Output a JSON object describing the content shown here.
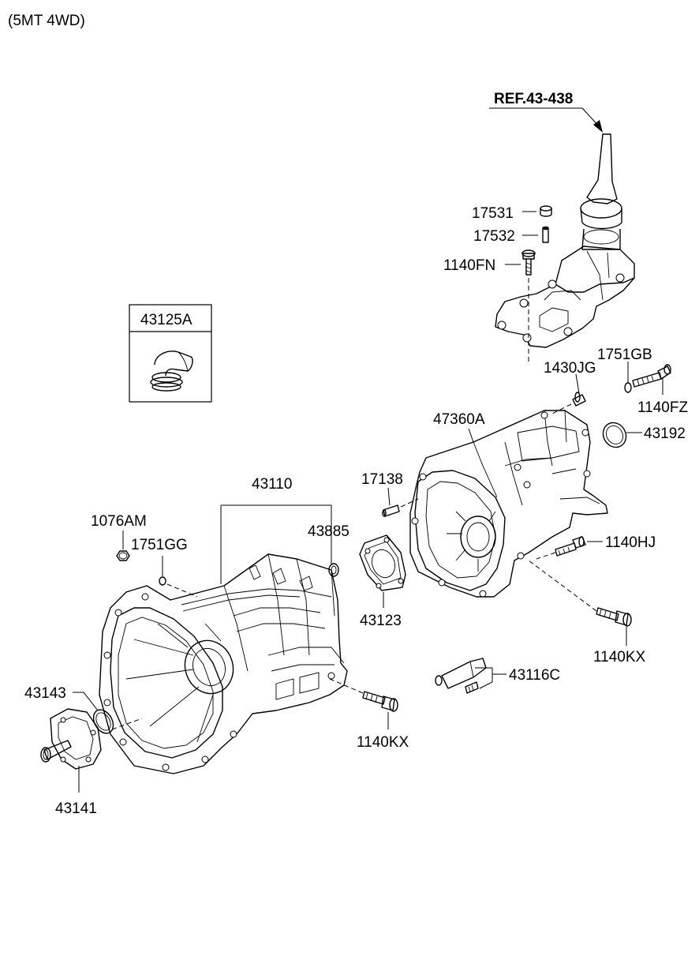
{
  "header": {
    "variant": "(5MT 4WD)"
  },
  "reference": {
    "label": "REF.43-438"
  },
  "inset": {
    "part_number": "43125A"
  },
  "parts": {
    "p17531": "17531",
    "p17532": "17532",
    "p1140FN": "1140FN",
    "p1751GB": "1751GB",
    "p1430JG": "1430JG",
    "p1140FZ": "1140FZ",
    "p47360A": "47360A",
    "p43192": "43192",
    "p17138": "17138",
    "p43110": "43110",
    "p1076AM": "1076AM",
    "p43885": "43885",
    "p1751GG": "1751GG",
    "p1140HJ": "1140HJ",
    "p43123": "43123",
    "p1140KX_right": "1140KX",
    "p43116C": "43116C",
    "p43143": "43143",
    "p1140KX_lower": "1140KX",
    "p43141": "43141"
  }
}
